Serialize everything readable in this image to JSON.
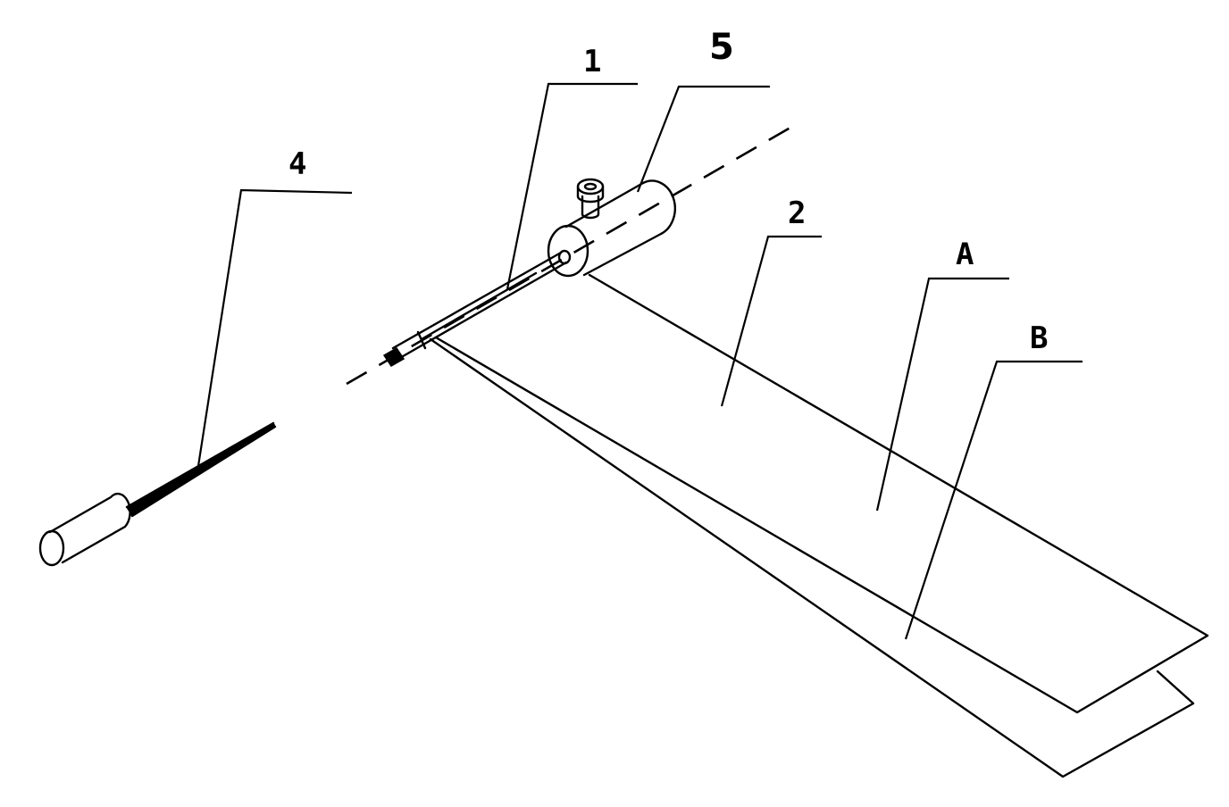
{
  "labels": {
    "part_1": "1",
    "part_2": "2",
    "part_4": "4",
    "part_5": "5",
    "part_a": "A",
    "part_b": "B"
  },
  "colors": {
    "ink": "#000000",
    "background": "#ffffff"
  }
}
